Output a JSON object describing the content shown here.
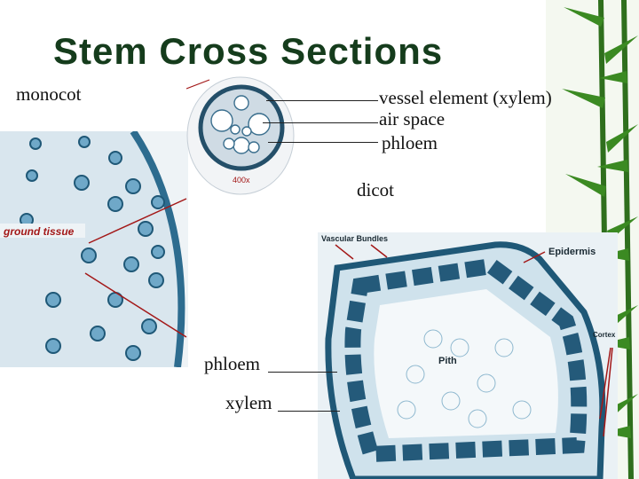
{
  "slide": {
    "title": "Stem Cross Sections",
    "labels": {
      "monocot": "monocot",
      "dicot": "dicot",
      "vessel_element": "vessel element (xylem)",
      "air_space": "air space",
      "phloem_top": "phloem",
      "phloem_bottom": "phloem",
      "xylem_bottom": "xylem"
    },
    "micrograph_text": {
      "ground_tissue": "ground tissue",
      "magnification": "400x",
      "vascular_bundles": "Vascular Bundles",
      "epidermis": "Epidermis",
      "pith": "Pith",
      "cortex": "Cortex"
    }
  },
  "colors": {
    "title": "#153c1c",
    "bamboo_green": "#2f6f1d",
    "tissue_blue": "#4f8fb3",
    "annotation_red": "#a31818"
  }
}
